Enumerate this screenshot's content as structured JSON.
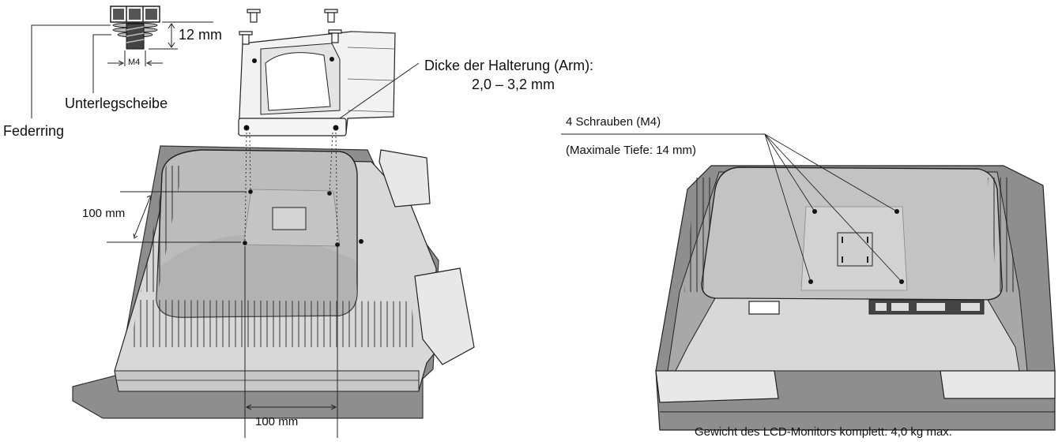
{
  "colors": {
    "ink": "#111111",
    "frame_grey": "#8e8e8e",
    "panel_grey": "#bdbdbd",
    "light_grey": "#d8d8d8",
    "pale_grey": "#e8e8e8",
    "background": "#ffffff"
  },
  "labels": {
    "screw_length": "12 mm",
    "thread": "M4",
    "washer": "Unterlegscheibe",
    "spring_washer": "Federring",
    "arm_thickness_title": "Dicke der Halterung (Arm):",
    "arm_thickness_value": "2,0 – 3,2 mm",
    "vertical_spacing": "100 mm",
    "horizontal_spacing": "100 mm",
    "screws": "4 Schrauben (M4)",
    "max_depth": "(Maximale Tiefe: 14 mm)",
    "weight": "Gewicht des LCD-Monitors komplett: 4,0 kg max."
  }
}
